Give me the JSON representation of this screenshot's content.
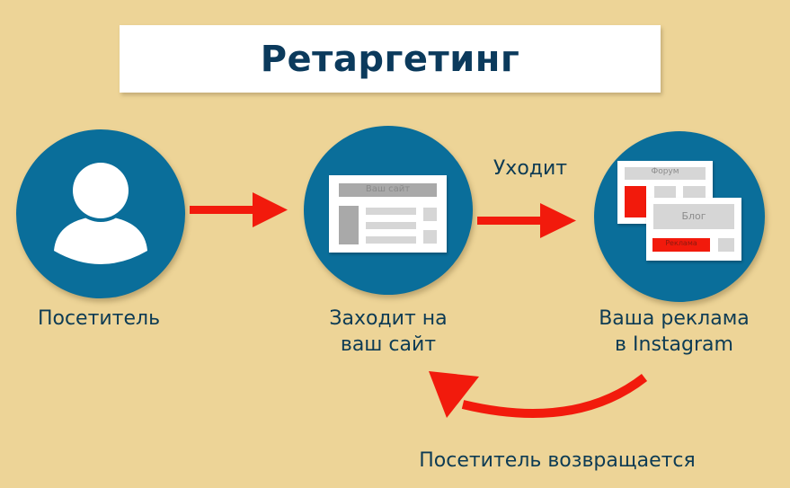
{
  "title": "Ретаргетинг",
  "colors": {
    "background": "#EDD497",
    "circle": "#0a6e9a",
    "arrow": "#f21a0c",
    "text": "#0d3b54",
    "title_text": "#0b3a5c"
  },
  "steps": [
    {
      "id": "visitor",
      "icon": "user-icon",
      "label": "Посетитель"
    },
    {
      "id": "site",
      "icon": "website-icon",
      "label_line1": "Заходит на",
      "label_line2": "ваш сайт",
      "mockup": {
        "header": "Ваш сайт"
      }
    },
    {
      "id": "ads",
      "icon": "ads-on-sites-icon",
      "label_line1": "Ваша реклама",
      "label_line2": "в Instagram",
      "mockup": {
        "forum_header": "Форум",
        "blog_header": "Блог",
        "ad_label": "Реклама"
      }
    }
  ],
  "arrows": {
    "leaves_label": "Уходит",
    "returns_label": "Посетитель возвращается"
  }
}
